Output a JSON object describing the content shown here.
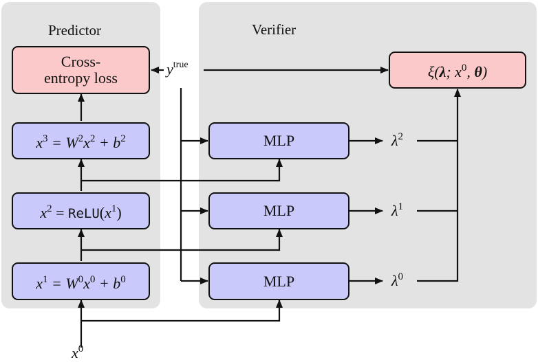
{
  "predictor": {
    "title": "Predictor",
    "loss_line1": "Cross-",
    "loss_line2": "entropy loss",
    "x3": {
      "lhs": "x",
      "lhs_sup": "3",
      "mid": " = W",
      "w_sup": "2",
      "mid2": "x",
      "x_sup": "2",
      "tail": " + b",
      "b_sup": "2"
    },
    "x2": {
      "lhs": "x",
      "lhs_sup": "2",
      "eq": " = ",
      "fn": "ReLU",
      "arg": "x",
      "arg_sup": "1"
    },
    "x1": {
      "lhs": "x",
      "lhs_sup": "1",
      "mid": " = W",
      "w_sup": "0",
      "mid2": "x",
      "x_sup": "0",
      "tail": " + b",
      "b_sup": "0"
    },
    "input": {
      "var": "x",
      "sup": "0"
    }
  },
  "ytrue": {
    "var": "y",
    "sup": "true"
  },
  "verifier": {
    "title": "Verifier",
    "mlp_top": "MLP",
    "mlp_mid": "MLP",
    "mlp_bot": "MLP",
    "lambda2": {
      "var": "λ",
      "sup": "2"
    },
    "lambda1": {
      "var": "λ",
      "sup": "1"
    },
    "lambda0": {
      "var": "λ",
      "sup": "0"
    },
    "xi": {
      "fn": "ξ(",
      "lam": "λ",
      "sep": "; x",
      "sup": "0",
      "sep2": ", ",
      "theta": "θ",
      "close": ")"
    }
  },
  "colors": {
    "panel": "#e3e3e3",
    "mlp_fill": "#c9c9fb",
    "loss_fill": "#fbc9c9"
  }
}
